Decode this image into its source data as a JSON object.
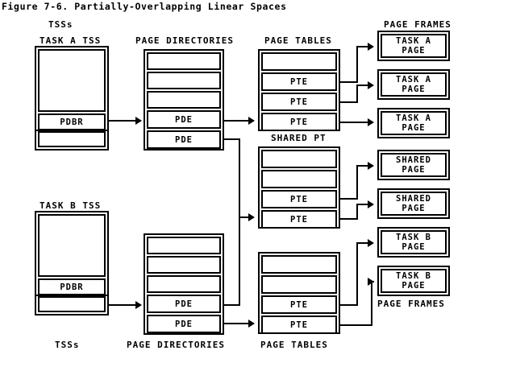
{
  "figure": {
    "title": "Figure 7-6. Partially-Overlapping Linear Spaces"
  },
  "column_headers": {
    "tss_group_top": "TSSs",
    "task_a_tss": "TASK A TSS",
    "page_directories_top": "PAGE DIRECTORIES",
    "page_tables_top": "PAGE TABLES",
    "page_frames_top": "PAGE FRAMES",
    "shared_pt": "SHARED PT",
    "task_b_tss": "TASK B TSS"
  },
  "column_footers": {
    "tss_group_bottom": "TSSs",
    "page_directories_bottom": "PAGE DIRECTORIES",
    "page_tables_bottom": "PAGE TABLES",
    "page_frames_bottom": "PAGE FRAMES"
  },
  "task_a_tss": {
    "cells": [
      {
        "label": ""
      },
      {
        "label": "PDBR"
      },
      {
        "label": ""
      }
    ]
  },
  "task_b_tss": {
    "cells": [
      {
        "label": ""
      },
      {
        "label": "PDBR"
      },
      {
        "label": ""
      }
    ]
  },
  "page_directory_a": {
    "cells": [
      {
        "label": ""
      },
      {
        "label": ""
      },
      {
        "label": ""
      },
      {
        "label": "PDE"
      },
      {
        "label": "PDE"
      }
    ]
  },
  "page_directory_b": {
    "cells": [
      {
        "label": ""
      },
      {
        "label": ""
      },
      {
        "label": ""
      },
      {
        "label": "PDE"
      },
      {
        "label": "PDE"
      }
    ]
  },
  "page_table_a": {
    "cells": [
      {
        "label": ""
      },
      {
        "label": "PTE"
      },
      {
        "label": "PTE"
      },
      {
        "label": "PTE"
      }
    ]
  },
  "shared_page_table": {
    "cells": [
      {
        "label": ""
      },
      {
        "label": ""
      },
      {
        "label": "PTE"
      },
      {
        "label": "PTE"
      }
    ]
  },
  "page_table_b": {
    "cells": [
      {
        "label": ""
      },
      {
        "label": ""
      },
      {
        "label": "PTE"
      },
      {
        "label": "PTE"
      }
    ]
  },
  "page_frames": [
    {
      "line1": "TASK A",
      "line2": "PAGE"
    },
    {
      "line1": "TASK A",
      "line2": "PAGE"
    },
    {
      "line1": "TASK A",
      "line2": "PAGE"
    },
    {
      "line1": "SHARED",
      "line2": "PAGE"
    },
    {
      "line1": "SHARED",
      "line2": "PAGE"
    },
    {
      "line1": "TASK B",
      "line2": "PAGE"
    },
    {
      "line1": "TASK B",
      "line2": "PAGE"
    }
  ],
  "colors": {
    "ink": "#000000",
    "paper": "#ffffff"
  }
}
